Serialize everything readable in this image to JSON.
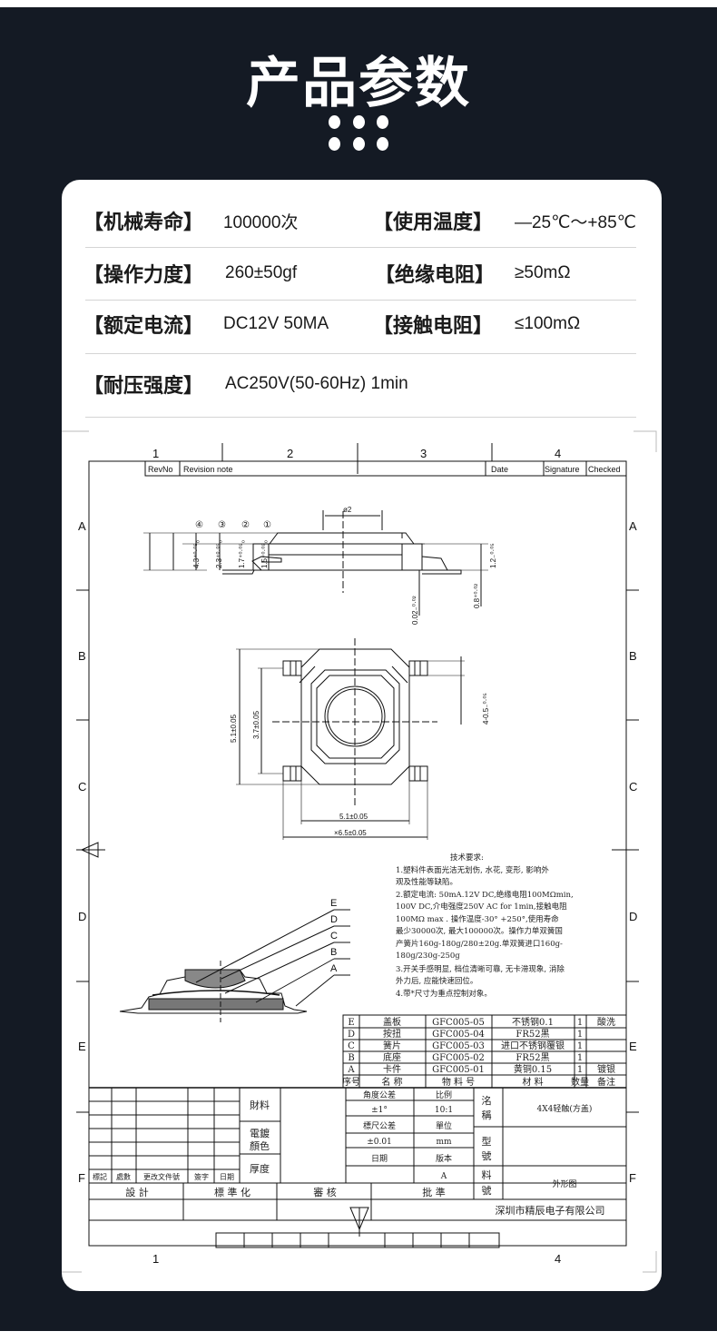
{
  "header": {
    "title": "产品参数"
  },
  "specs": {
    "rows": [
      {
        "label1": "【机械寿命】",
        "value1": "100000次",
        "label2": "【使用温度】",
        "value2": "—25℃～+85℃"
      },
      {
        "label1": "【操作力度】",
        "value1": "260±50gf",
        "label2": "【绝缘电阻】",
        "value2": "≥50mΩ"
      },
      {
        "label1": "【额定电流】",
        "value1": "DC12V 50MA",
        "label2": "【接触电阻】",
        "value2": "≤100mΩ"
      },
      {
        "label1": "【耐压强度】",
        "value1": "AC250V(50-60Hz) 1min",
        "label2": "",
        "value2": ""
      }
    ]
  },
  "drawing": {
    "zone_columns": [
      "1",
      "2",
      "3",
      "4"
    ],
    "zone_rows": [
      "A",
      "B",
      "C",
      "D",
      "E",
      "F"
    ],
    "revision_header": {
      "rev_no": "RevNo",
      "revision_note": "Revision note",
      "date": "Date",
      "signature": "Signature",
      "checked": "Checked"
    },
    "side_view": {
      "markers": [
        "④",
        "③",
        "②",
        "①"
      ],
      "dims": {
        "d4": "4.3⁺⁰·⁰⁵₀",
        "d3": "2.3⁺⁰·⁰⁵₀",
        "d2": "1.7⁺⁰·⁰⁵₀",
        "d1": "1.5⁺⁰·⁰⁵₀",
        "diameter": "ø2",
        "height": "1.2₋⁰·⁰⁵",
        "lead_gap": "0.02₋⁰·⁰²",
        "lead_thk": "0.8⁺⁰·⁰²"
      }
    },
    "top_view": {
      "dims": {
        "height_outer": "5.1±0.05",
        "height_inner": "3.7±0.05",
        "width_body": "5.1±0.05",
        "width_total": "×6.5±0.05",
        "lead_width": "4-0.5₋⁰·⁰⁵"
      }
    },
    "section_labels": [
      "E",
      "D",
      "C",
      "B",
      "A"
    ],
    "tech_requirements": {
      "title": "技术要求:",
      "lines": [
        "1.塑料件表面光洁无划伤, 水花, 变形, 影响外",
        "   观及性能等缺陷。",
        "2.额定电流: 50mA.12V DC,绝缘电阻100MΩmin,",
        "   100V DC,介电强度250V AC for 1min,接触电阻",
        "   100MΩ max . 操作温度-30° +250°,使用寿命",
        "   最少30000次, 最大100000次。操作力单双簧国",
        "   产簧片160g-180g/280±20g.单双簧进口160g-",
        "   180g/230g-250g",
        "3.开关手感明显, 档位清晰可靠, 无卡滞现象, 消除",
        "   外力后, 应能快速回位。",
        "4.带*尺寸为重点控制对象。"
      ]
    },
    "bom": {
      "headers": [
        "序号",
        "名  称",
        "物 料 号",
        "材   料",
        "数量",
        "备注"
      ],
      "rows": [
        [
          "E",
          "盖板",
          "GFC005-05",
          "不锈钢0.1",
          "1",
          "酸洗"
        ],
        [
          "D",
          "按扭",
          "GFC005-04",
          "FR52黑",
          "1",
          ""
        ],
        [
          "C",
          "簧片",
          "GFC005-03",
          "进口不锈钢覆银",
          "1",
          ""
        ],
        [
          "B",
          "底座",
          "GFC005-02",
          "FR52黑",
          "1",
          ""
        ],
        [
          "A",
          "卡件",
          "GFC005-01",
          "黄铜0.15",
          "1",
          "镀银"
        ]
      ]
    },
    "title_block": {
      "rev_cols": [
        "標記",
        "處數",
        "更改文件號",
        "簽字",
        "日期"
      ],
      "material_label": "財料",
      "plating_label_1": "電鍍",
      "plating_label_2": "顏色",
      "thickness_label": "厚度",
      "angle_tol_label": "角度公差",
      "angle_tol_value": "±1°",
      "scale_label": "比例",
      "scale_value": "10:1",
      "dim_tol_label": "標尺公差",
      "dim_tol_value": "±0.01",
      "unit_label": "單位",
      "unit_value": "mm",
      "date_label": "日期",
      "version_label": "版本",
      "version_value": "A",
      "name_label_1": "洺",
      "name_label_2": "稱",
      "name_value": "4X4轻触(方盖)",
      "model_label_1": "型",
      "model_label_2": "號",
      "part_label_1": "料",
      "part_label_2": "號",
      "part_value": "外形图",
      "design": "設    計",
      "standard": "標 準 化",
      "review": "審        核",
      "approve": "批    準",
      "company": "深圳市精辰电子有限公司"
    }
  }
}
